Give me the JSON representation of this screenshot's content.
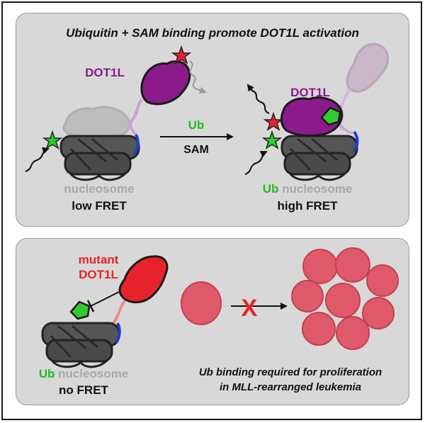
{
  "top_panel": {
    "title": "Ubiquitin + SAM binding promote DOT1L activation",
    "left_state": {
      "protein_label": "DOT1L",
      "substrate_label": "nucleosome",
      "readout": "low FRET"
    },
    "reaction": {
      "above_arrow": "Ub",
      "below_arrow": "SAM"
    },
    "right_state": {
      "protein_label": "DOT1L",
      "ub_label": "Ub",
      "substrate_label": "nucleosome",
      "readout": "high FRET"
    }
  },
  "bottom_panel": {
    "mutant_label_line1": "mutant",
    "mutant_label_line2": "DOT1L",
    "ub_label": "Ub",
    "substrate_label": "nucleosome",
    "readout": "no FRET",
    "block_mark": "X",
    "caption_line1": "Ub binding required for proliferation",
    "caption_line2": "in MLL-rearranged leukemia"
  },
  "colors": {
    "dot1l": "#8b1a8b",
    "dot1l_faded": "#b88ab8",
    "mutant": "#e8222a",
    "ub_green": "#2ecc2e",
    "ub_text": "#22bb22",
    "nucleosome_text": "#a8a8a8",
    "histone": "#555555",
    "dna_blue": "#1a3fcc",
    "cell_fill": "#e0596b",
    "x_red": "#e8222a",
    "panel_bg": "#d8d8d8"
  }
}
